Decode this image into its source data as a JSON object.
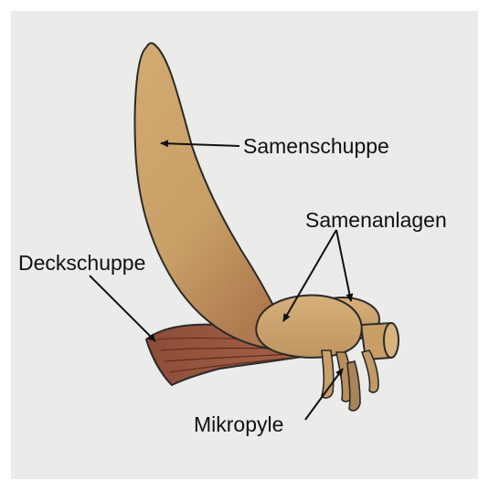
{
  "labels": {
    "samenschuppe": "Samenschuppe",
    "samenanlagen": "Samenanlagen",
    "deckschuppe": "Deckschuppe",
    "mikropyle": "Mikropyle"
  },
  "colors": {
    "background": "#ebebea",
    "samenschuppe": "#c9a06a",
    "deckschuppe": "#9a5b40",
    "outline": "#2a2a2a"
  }
}
